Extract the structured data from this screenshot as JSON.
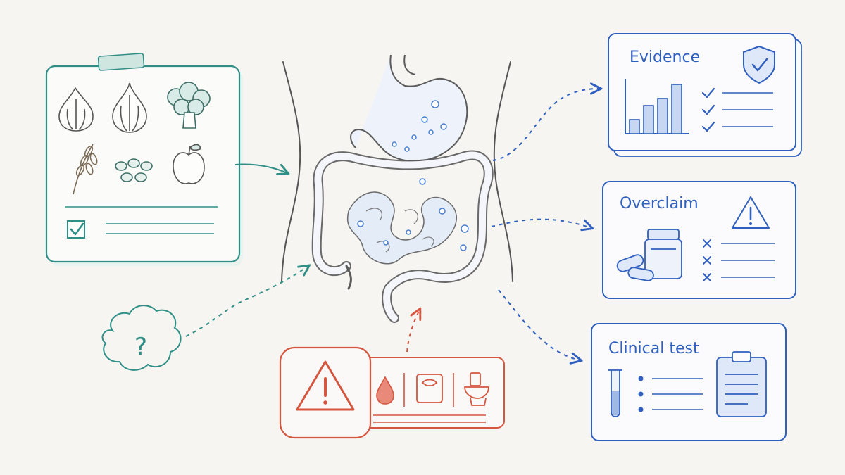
{
  "colors": {
    "paper": "#f7f5f1",
    "teal": "#2f8f86",
    "blue": "#2f5fbf",
    "red": "#d5553f",
    "ink": "#4a4a4a",
    "gut_fill": "#eef3fb"
  },
  "food_card": {
    "icons": [
      "garlic-icon",
      "onion-icon",
      "broccoli-icon",
      "wheat-icon",
      "beans-icon",
      "apple-icon"
    ],
    "checkbox_checked": true
  },
  "question_cloud": {
    "symbol": "?"
  },
  "warning_card": {
    "icons": [
      "warning-icon",
      "blood-drop-icon",
      "weight-scale-icon",
      "toilet-icon"
    ]
  },
  "cards": {
    "evidence": {
      "title": "Evidence",
      "icons": [
        "shield-check-icon",
        "bar-chart-icon"
      ],
      "checks": 3,
      "chart_values": [
        2,
        4,
        5,
        7
      ]
    },
    "overclaim": {
      "title": "Overclaim",
      "icons": [
        "warning-triangle-icon",
        "pill-bottle-icon",
        "capsules-icon"
      ],
      "crosses": 3
    },
    "clinical": {
      "title": "Clinical test",
      "icons": [
        "test-tube-icon",
        "clipboard-icon"
      ],
      "bullets": 3
    }
  }
}
